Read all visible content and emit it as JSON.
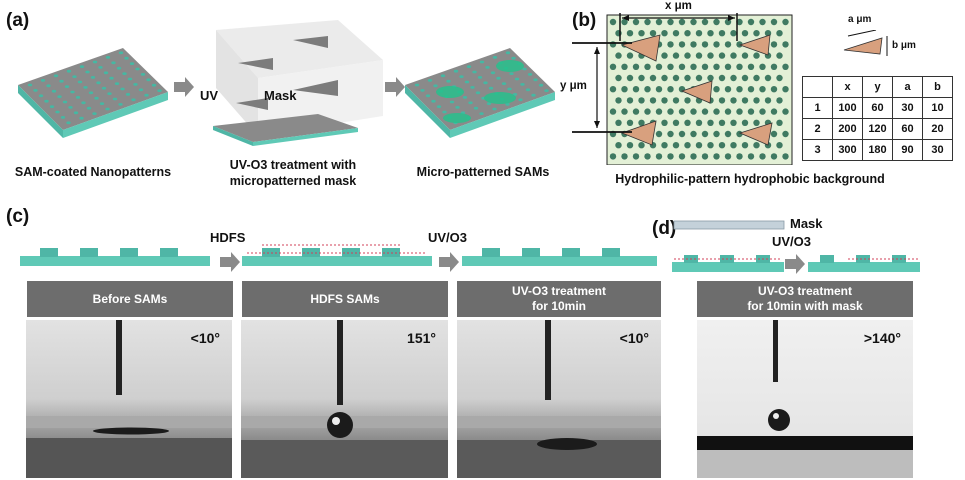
{
  "panel_a": {
    "label": "(a)",
    "captions": [
      "SAM-coated Nanopatterns",
      "UV-O3 treatment with",
      "micropatterned mask",
      "Micro-patterned SAMs"
    ],
    "uv_label": "UV",
    "mask_label": "Mask"
  },
  "panel_b": {
    "label": "(b)",
    "x_dim": "x μm",
    "y_dim": "y μm",
    "a_dim": "a μm",
    "b_dim": "b μm",
    "caption": "Hydrophilic-pattern hydrophobic background",
    "table": {
      "headers": [
        "",
        "x",
        "y",
        "a",
        "b"
      ],
      "rows": [
        [
          "1",
          "100",
          "60",
          "30",
          "10"
        ],
        [
          "2",
          "200",
          "120",
          "60",
          "20"
        ],
        [
          "3",
          "300",
          "180",
          "90",
          "30"
        ]
      ]
    }
  },
  "panel_c": {
    "label": "(c)",
    "step1": "HDFS",
    "step2": "UV/O3",
    "bars": [
      "Before SAMs",
      "HDFS SAMs",
      "UV-O3 treatment",
      "for 10min"
    ],
    "angles": [
      "<10°",
      "151°",
      "<10°"
    ]
  },
  "panel_d": {
    "label": "(d)",
    "mask_label": "Mask",
    "step": "UV/O3",
    "bar_line1": "UV-O3 treatment",
    "bar_line2": "for 10min with mask",
    "angle": ">140°"
  }
}
